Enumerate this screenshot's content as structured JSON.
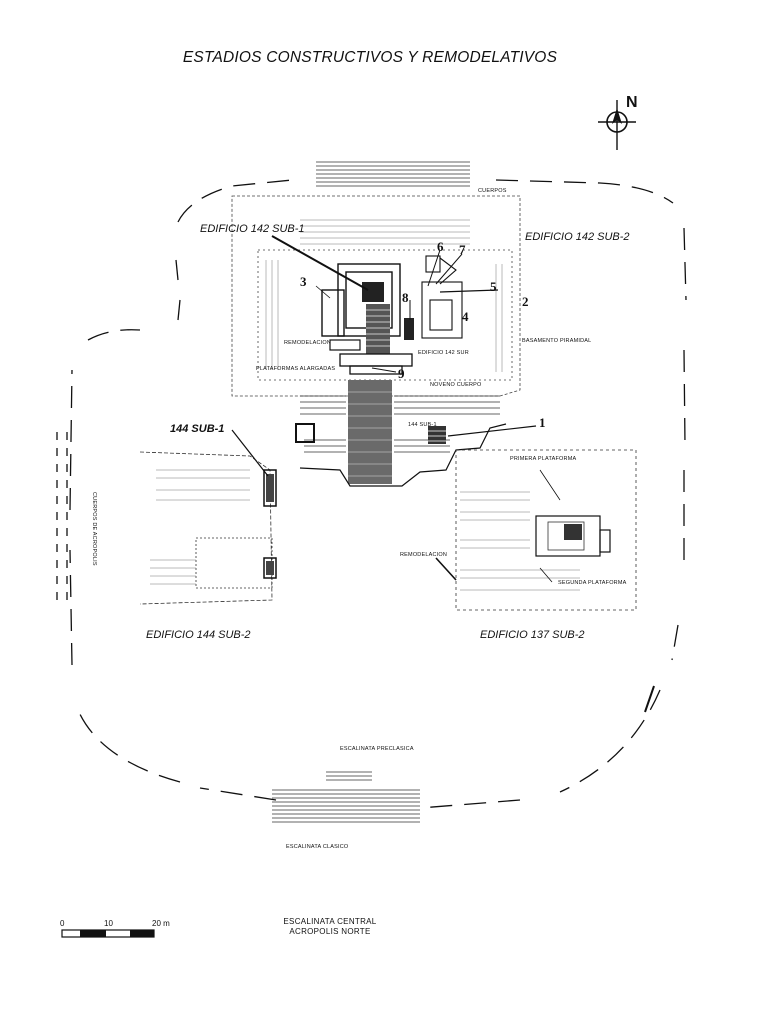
{
  "title": "ESTADIOS CONSTRUCTIVOS Y REMODELATIVOS",
  "north_label": "N",
  "buildings": {
    "e142_sub1": "EDIFICIO 142 SUB-1",
    "e142_sub2": "EDIFICIO 142 SUB-2",
    "e144_sub1": "144 SUB-1",
    "e144_sub2": "EDIFICIO 144 SUB-2",
    "e137_sub2": "EDIFICIO 137 SUB-2"
  },
  "small_labels": {
    "cuerpos_top": "CUERPOS",
    "remodelacion_a": "REMODELACION",
    "edificio_142_sur": "EDIFICIO 142 SUR",
    "basamento": "BASAMENTO PIRAMIDAL",
    "plataformas": "PLATAFORMAS ALARGADAS",
    "noveno_cuerpo": "NOVENO CUERPO",
    "label_144_sub1": "144 SUB-1",
    "cuerpos_acropolis": "CUERPOS DE ACROPOLIS",
    "primera_plataforma": "PRIMERA PLATAFORMA",
    "remodelacion_b": "REMODELACION",
    "segunda_plataforma": "SEGUNDA PLATAFORMA",
    "escalinata_preclasica": "ESCALINATA PRECLASICA",
    "escalinata_clasica": "ESCALINATA CLASICO"
  },
  "numbers": [
    "1",
    "2",
    "3",
    "4",
    "5",
    "6",
    "7",
    "8",
    "9"
  ],
  "scale": {
    "zero": "0",
    "mid": "10",
    "end": "20 m"
  },
  "caption": {
    "line1": "ESCALINATA CENTRAL",
    "line2": "ACROPOLIS NORTE"
  }
}
